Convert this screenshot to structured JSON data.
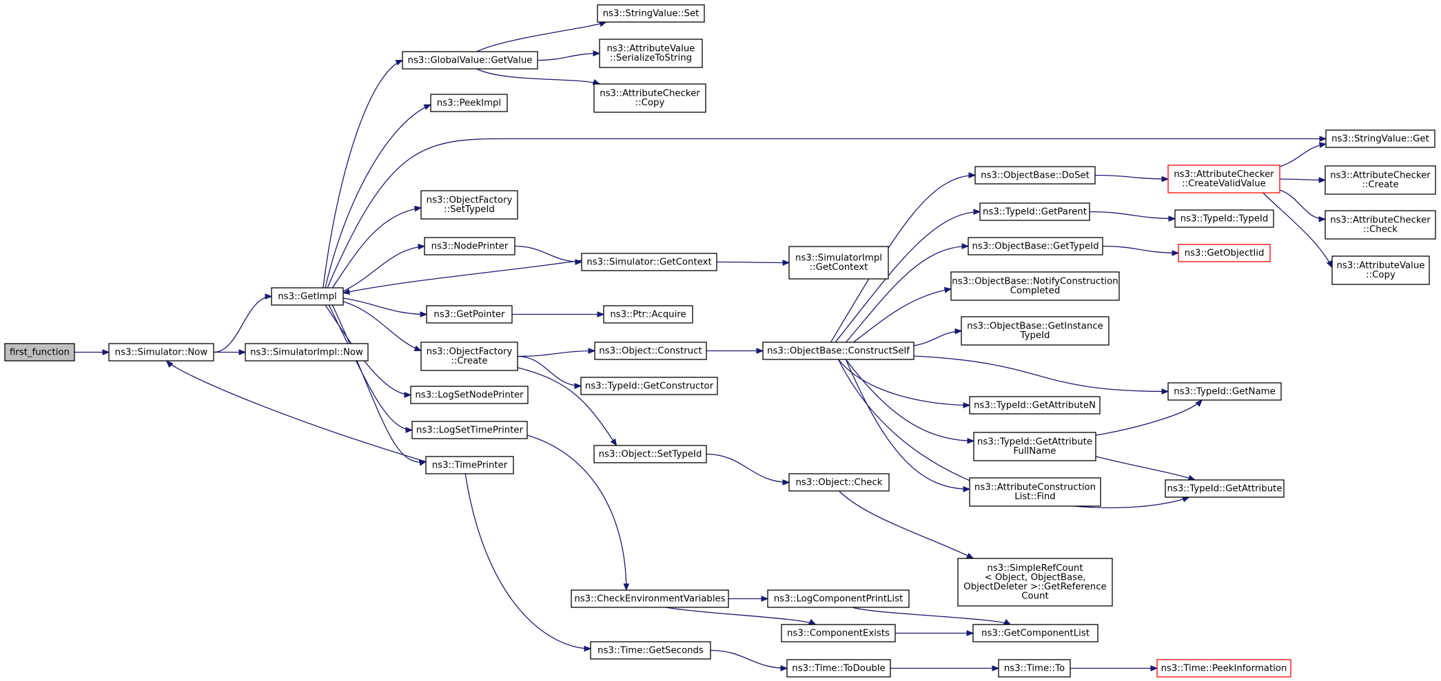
{
  "colors": {
    "edge": "#191970",
    "border": "#000000",
    "truncated_border": "#ff0000",
    "root_fill": "#bfbfbf",
    "node_fill": "#ffffff"
  },
  "nodes": [
    {
      "id": "first_function",
      "lines": [
        "first_function"
      ],
      "root": true
    },
    {
      "id": "sim_now",
      "lines": [
        "ns3::Simulator::Now"
      ]
    },
    {
      "id": "simimpl_now",
      "lines": [
        "ns3::SimulatorImpl::Now"
      ]
    },
    {
      "id": "getimpl",
      "lines": [
        "ns3::GetImpl"
      ]
    },
    {
      "id": "gv_getvalue",
      "lines": [
        "ns3::GlobalValue::GetValue"
      ]
    },
    {
      "id": "peekimpl",
      "lines": [
        "ns3::PeekImpl"
      ]
    },
    {
      "id": "of_settypeid",
      "lines": [
        "ns3::ObjectFactory",
        "::SetTypeId"
      ]
    },
    {
      "id": "nodeprinter",
      "lines": [
        "ns3::NodePrinter"
      ]
    },
    {
      "id": "getpointer",
      "lines": [
        "ns3::GetPointer"
      ]
    },
    {
      "id": "of_create",
      "lines": [
        "ns3::ObjectFactory",
        "::Create"
      ]
    },
    {
      "id": "logsetnodeprinter",
      "lines": [
        "ns3::LogSetNodePrinter"
      ]
    },
    {
      "id": "logsettimeprinter",
      "lines": [
        "ns3::LogSetTimePrinter"
      ]
    },
    {
      "id": "timeprinter",
      "lines": [
        "ns3::TimePrinter"
      ]
    },
    {
      "id": "sv_set",
      "lines": [
        "ns3::StringValue::Set"
      ]
    },
    {
      "id": "av_serialize",
      "lines": [
        "ns3::AttributeValue",
        "::SerializeToString"
      ]
    },
    {
      "id": "ac_copy",
      "lines": [
        "ns3::AttributeChecker",
        "::Copy"
      ]
    },
    {
      "id": "sim_getcontext",
      "lines": [
        "ns3::Simulator::GetContext"
      ]
    },
    {
      "id": "ptr_acquire",
      "lines": [
        "ns3::Ptr::Acquire"
      ]
    },
    {
      "id": "obj_construct",
      "lines": [
        "ns3::Object::Construct"
      ]
    },
    {
      "id": "tid_getconstructor",
      "lines": [
        "ns3::TypeId::GetConstructor"
      ]
    },
    {
      "id": "obj_settypeid",
      "lines": [
        "ns3::Object::SetTypeId"
      ]
    },
    {
      "id": "checkenv",
      "lines": [
        "ns3::CheckEnvironmentVariables"
      ]
    },
    {
      "id": "time_getseconds",
      "lines": [
        "ns3::Time::GetSeconds"
      ]
    },
    {
      "id": "simimpl_getcontext",
      "lines": [
        "ns3::SimulatorImpl",
        "::GetContext"
      ]
    },
    {
      "id": "ob_constructself",
      "lines": [
        "ns3::ObjectBase::ConstructSelf"
      ]
    },
    {
      "id": "obj_check",
      "lines": [
        "ns3::Object::Check"
      ]
    },
    {
      "id": "logcompprintlist",
      "lines": [
        "ns3::LogComponentPrintList"
      ]
    },
    {
      "id": "compexists",
      "lines": [
        "ns3::ComponentExists"
      ]
    },
    {
      "id": "time_todouble",
      "lines": [
        "ns3::Time::ToDouble"
      ]
    },
    {
      "id": "ob_doset",
      "lines": [
        "ns3::ObjectBase::DoSet"
      ]
    },
    {
      "id": "tid_getparent",
      "lines": [
        "ns3::TypeId::GetParent"
      ]
    },
    {
      "id": "ob_gettypeid",
      "lines": [
        "ns3::ObjectBase::GetTypeId"
      ]
    },
    {
      "id": "ob_notify",
      "lines": [
        "ns3::ObjectBase::NotifyConstruction",
        "Completed"
      ]
    },
    {
      "id": "ob_getinstance",
      "lines": [
        "ns3::ObjectBase::GetInstance",
        "TypeId"
      ]
    },
    {
      "id": "tid_getattrn",
      "lines": [
        "ns3::TypeId::GetAttributeN"
      ]
    },
    {
      "id": "tid_getattrfull",
      "lines": [
        "ns3::TypeId::GetAttribute",
        "FullName"
      ]
    },
    {
      "id": "acl_find",
      "lines": [
        "ns3::AttributeConstruction",
        "List::Find"
      ]
    },
    {
      "id": "srefcount",
      "lines": [
        "ns3::SimpleRefCount",
        "< Object, ObjectBase,",
        "ObjectDeleter >::GetReference",
        "Count"
      ]
    },
    {
      "id": "getcomplist",
      "lines": [
        "ns3::GetComponentList"
      ]
    },
    {
      "id": "time_to",
      "lines": [
        "ns3::Time::To"
      ]
    },
    {
      "id": "ac_createvalid",
      "lines": [
        "ns3::AttributeChecker",
        "::CreateValidValue"
      ],
      "truncated": true
    },
    {
      "id": "tid_typeid",
      "lines": [
        "ns3::TypeId::TypeId"
      ]
    },
    {
      "id": "getobjectiid",
      "lines": [
        "ns3::GetObjectIid"
      ],
      "truncated": true
    },
    {
      "id": "tid_getname",
      "lines": [
        "ns3::TypeId::GetName"
      ]
    },
    {
      "id": "tid_getattribute",
      "lines": [
        "ns3::TypeId::GetAttribute"
      ]
    },
    {
      "id": "time_peekinfo",
      "lines": [
        "ns3::Time::PeekInformation"
      ],
      "truncated": true
    },
    {
      "id": "sv_get",
      "lines": [
        "ns3::StringValue::Get"
      ]
    },
    {
      "id": "ac_create",
      "lines": [
        "ns3::AttributeChecker",
        "::Create"
      ]
    },
    {
      "id": "ac_check",
      "lines": [
        "ns3::AttributeChecker",
        "::Check"
      ]
    },
    {
      "id": "av_copy",
      "lines": [
        "ns3::AttributeValue",
        "::Copy"
      ]
    }
  ],
  "edges": [
    [
      "first_function",
      "sim_now"
    ],
    [
      "sim_now",
      "getimpl"
    ],
    [
      "sim_now",
      "simimpl_now"
    ],
    [
      "getimpl",
      "gv_getvalue"
    ],
    [
      "getimpl",
      "peekimpl"
    ],
    [
      "getimpl",
      "sv_get"
    ],
    [
      "getimpl",
      "of_settypeid"
    ],
    [
      "getimpl",
      "nodeprinter"
    ],
    [
      "getimpl",
      "getpointer"
    ],
    [
      "getimpl",
      "of_create"
    ],
    [
      "getimpl",
      "logsetnodeprinter"
    ],
    [
      "getimpl",
      "logsettimeprinter"
    ],
    [
      "getimpl",
      "timeprinter"
    ],
    [
      "gv_getvalue",
      "sv_set"
    ],
    [
      "gv_getvalue",
      "av_serialize"
    ],
    [
      "gv_getvalue",
      "ac_copy"
    ],
    [
      "nodeprinter",
      "sim_getcontext"
    ],
    [
      "sim_getcontext",
      "getimpl"
    ],
    [
      "sim_getcontext",
      "simimpl_getcontext"
    ],
    [
      "getpointer",
      "ptr_acquire"
    ],
    [
      "of_create",
      "obj_construct"
    ],
    [
      "of_create",
      "tid_getconstructor"
    ],
    [
      "of_create",
      "obj_settypeid"
    ],
    [
      "obj_construct",
      "ob_constructself"
    ],
    [
      "obj_settypeid",
      "obj_check"
    ],
    [
      "obj_check",
      "srefcount"
    ],
    [
      "logsettimeprinter",
      "checkenv"
    ],
    [
      "timeprinter",
      "sim_now"
    ],
    [
      "timeprinter",
      "time_getseconds"
    ],
    [
      "checkenv",
      "logcompprintlist"
    ],
    [
      "checkenv",
      "compexists"
    ],
    [
      "logcompprintlist",
      "getcomplist"
    ],
    [
      "compexists",
      "getcomplist"
    ],
    [
      "time_getseconds",
      "time_todouble"
    ],
    [
      "time_todouble",
      "time_to"
    ],
    [
      "time_to",
      "time_peekinfo"
    ],
    [
      "ob_constructself",
      "ob_doset"
    ],
    [
      "ob_constructself",
      "tid_getparent"
    ],
    [
      "ob_constructself",
      "ob_gettypeid"
    ],
    [
      "ob_constructself",
      "ob_notify"
    ],
    [
      "ob_constructself",
      "ob_getinstance"
    ],
    [
      "ob_constructself",
      "tid_getname"
    ],
    [
      "ob_constructself",
      "tid_getattrn"
    ],
    [
      "ob_constructself",
      "tid_getattrfull"
    ],
    [
      "ob_constructself",
      "acl_find"
    ],
    [
      "ob_constructself",
      "tid_getattribute"
    ],
    [
      "ob_doset",
      "ac_createvalid"
    ],
    [
      "tid_getparent",
      "tid_typeid"
    ],
    [
      "ob_gettypeid",
      "getobjectiid"
    ],
    [
      "tid_getattrfull",
      "tid_getname"
    ],
    [
      "tid_getattrfull",
      "tid_getattribute"
    ],
    [
      "ac_createvalid",
      "sv_get"
    ],
    [
      "ac_createvalid",
      "ac_create"
    ],
    [
      "ac_createvalid",
      "ac_check"
    ],
    [
      "ac_createvalid",
      "av_copy"
    ]
  ]
}
